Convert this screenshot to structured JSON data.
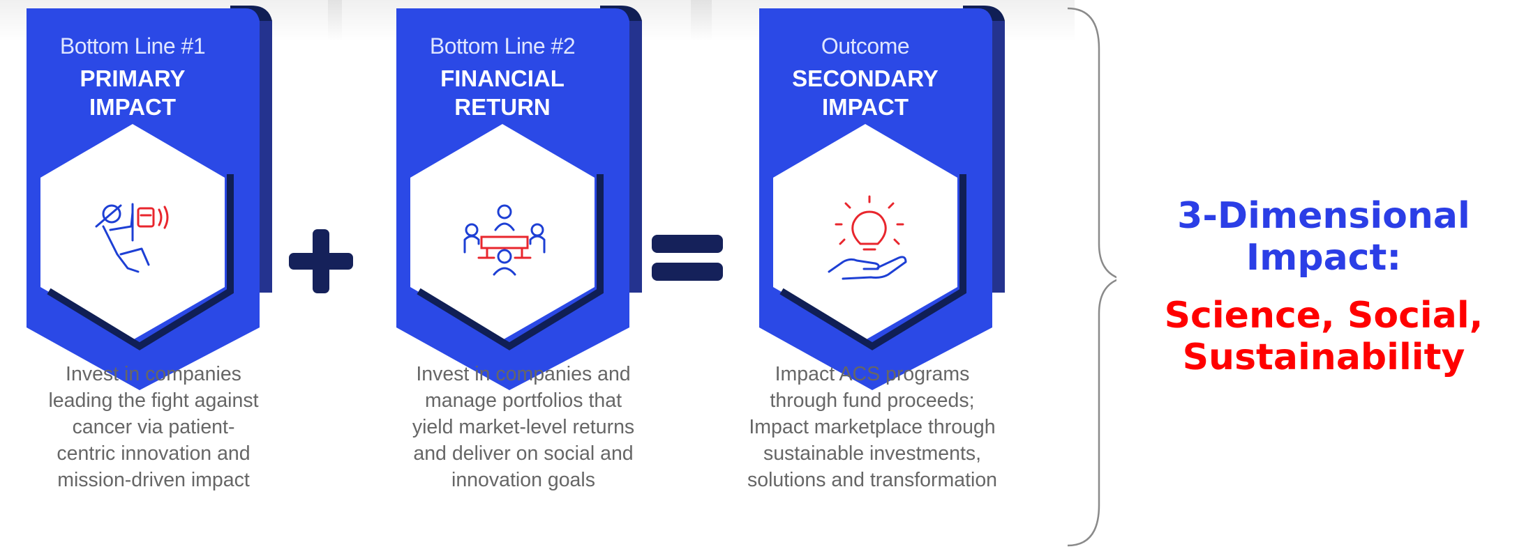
{
  "colors": {
    "ribbon": "#2b49e6",
    "ribbon_fold": "#101f55",
    "operator": "#15215a",
    "icon_blue": "#1d3fd4",
    "icon_red": "#e8262d",
    "desc_text": "#666666",
    "title_blue": "#2b3ee6",
    "title_red": "#ff0000"
  },
  "cards": [
    {
      "subtitle": "Bottom Line #1",
      "title_lines": [
        "PRIMARY",
        "IMPACT"
      ],
      "icon": "patient-iv-icon",
      "description_lines": [
        "Invest in companies",
        "leading the fight against",
        "cancer via patient-",
        "centric innovation and",
        "mission-driven impact"
      ]
    },
    {
      "subtitle": "Bottom Line #2",
      "title_lines": [
        "FINANCIAL",
        "RETURN"
      ],
      "icon": "team-meeting-icon",
      "description_lines": [
        "Invest in companies and",
        "manage portfolios that",
        "yield market-level returns",
        "and deliver on social and",
        "innovation goals"
      ]
    },
    {
      "subtitle": "Outcome",
      "title_lines": [
        "SECONDARY",
        "IMPACT"
      ],
      "icon": "lightbulb-hand-icon",
      "description_lines": [
        "Impact ACS programs",
        "through fund proceeds;",
        "Impact marketplace through",
        "sustainable investments,",
        "solutions and transformation"
      ]
    }
  ],
  "operators": [
    "plus-icon",
    "equals-icon"
  ],
  "summary": {
    "title_lines": [
      "3-Dimensional",
      "Impact:"
    ],
    "subtitle_lines": [
      "Science, Social,",
      "Sustainability"
    ]
  }
}
